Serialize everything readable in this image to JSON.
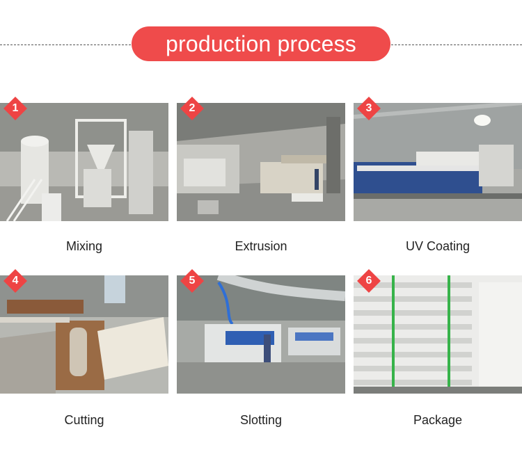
{
  "header": {
    "title": "production process"
  },
  "accent_color": "#ef4b4b",
  "steps": [
    {
      "number": "1",
      "label": "Mixing"
    },
    {
      "number": "2",
      "label": "Extrusion"
    },
    {
      "number": "3",
      "label": "UV Coating"
    },
    {
      "number": "4",
      "label": "Cutting"
    },
    {
      "number": "5",
      "label": "Slotting"
    },
    {
      "number": "6",
      "label": "Package"
    }
  ]
}
